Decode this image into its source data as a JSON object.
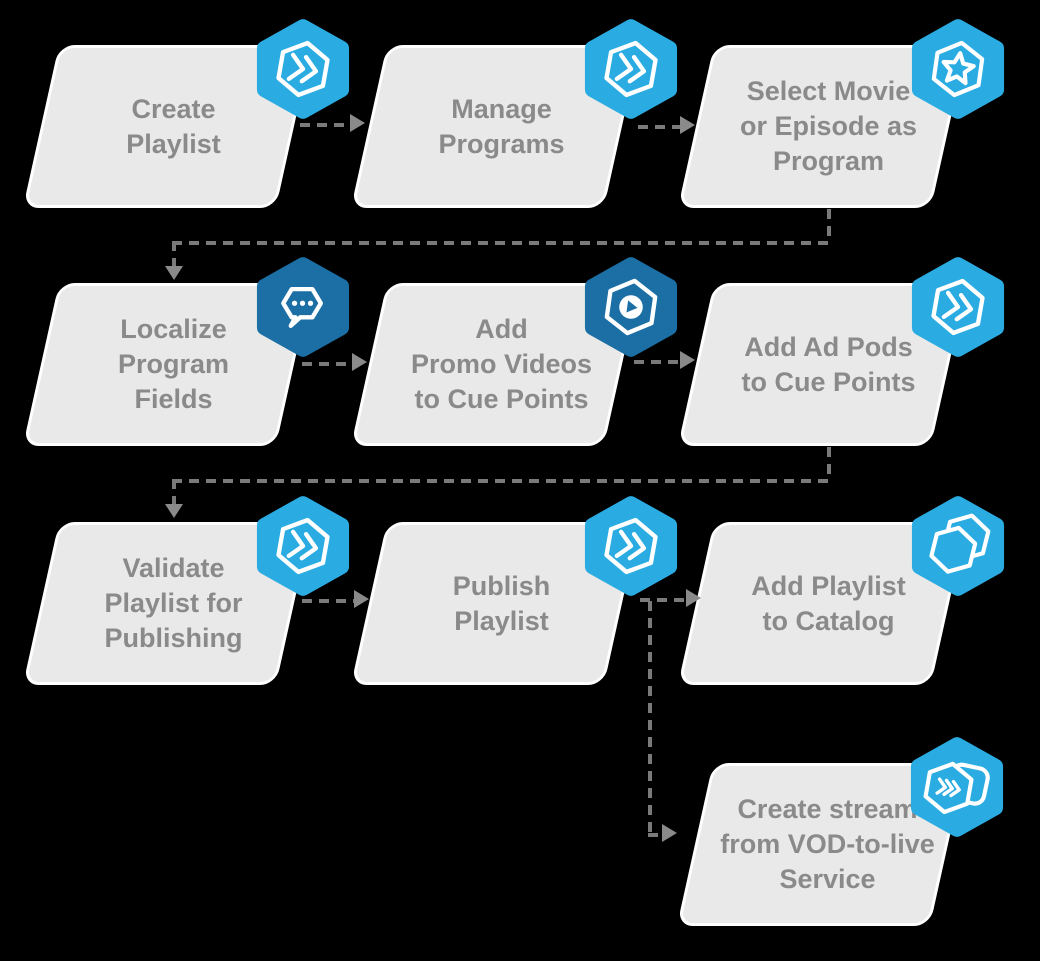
{
  "colors": {
    "light": "#2aace3",
    "dark": "#1b6fa4",
    "box": "#e9e9e9",
    "boxBorder": "#ffffff",
    "text": "#8a8a8a",
    "line": "#7a7a7a",
    "arrow": "#8a8a8a",
    "bg": "#000000"
  },
  "nodes": [
    {
      "id": "create-playlist",
      "label": "Create\nPlaylist",
      "icon": "fast-forward-icon",
      "badge": "light"
    },
    {
      "id": "manage-programs",
      "label": "Manage\nPrograms",
      "icon": "fast-forward-icon",
      "badge": "light"
    },
    {
      "id": "select-movie-or-episode-as-program",
      "label": "Select Movie\nor Episode as\nProgram",
      "icon": "star-icon",
      "badge": "light"
    },
    {
      "id": "localize-program-fields",
      "label": "Localize\nProgram\nFields",
      "icon": "chat-icon",
      "badge": "dark"
    },
    {
      "id": "add-promo-videos-to-cue-points",
      "label": "Add\nPromo Videos\nto Cue Points",
      "icon": "play-icon",
      "badge": "dark"
    },
    {
      "id": "add-ad-pods-to-cue-points",
      "label": "Add Ad Pods\nto Cue Points",
      "icon": "fast-forward-icon",
      "badge": "light"
    },
    {
      "id": "validate-playlist-for-publishing",
      "label": "Validate\nPlaylist for\nPublishing",
      "icon": "fast-forward-icon",
      "badge": "light"
    },
    {
      "id": "publish-playlist",
      "label": "Publish\nPlaylist",
      "icon": "fast-forward-icon",
      "badge": "light"
    },
    {
      "id": "add-playlist-to-catalog",
      "label": "Add Playlist\nto Catalog",
      "icon": "catalog-icon",
      "badge": "light"
    },
    {
      "id": "create-stream-from-vod-to-live-service",
      "label": "Create stream\nfrom VOD-to-live\nService",
      "icon": "vod-to-live-icon",
      "badge": "light"
    }
  ],
  "edges": [
    {
      "from": "create-playlist",
      "to": "manage-programs"
    },
    {
      "from": "manage-programs",
      "to": "select-movie-or-episode-as-program"
    },
    {
      "from": "select-movie-or-episode-as-program",
      "to": "localize-program-fields"
    },
    {
      "from": "localize-program-fields",
      "to": "add-promo-videos-to-cue-points"
    },
    {
      "from": "add-promo-videos-to-cue-points",
      "to": "add-ad-pods-to-cue-points"
    },
    {
      "from": "add-ad-pods-to-cue-points",
      "to": "validate-playlist-for-publishing"
    },
    {
      "from": "validate-playlist-for-publishing",
      "to": "publish-playlist"
    },
    {
      "from": "publish-playlist",
      "to": "add-playlist-to-catalog"
    },
    {
      "from": "publish-playlist",
      "to": "create-stream-from-vod-to-live-service"
    }
  ]
}
